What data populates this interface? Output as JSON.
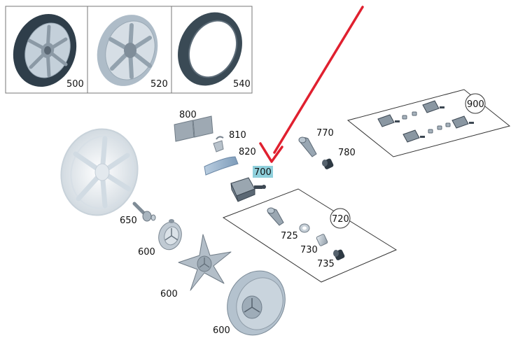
{
  "header_panels": [
    {
      "number": "500"
    },
    {
      "number": "520"
    },
    {
      "number": "540"
    }
  ],
  "callouts": {
    "p800": "800",
    "p810": "810",
    "p820": "820",
    "p700": "700",
    "p770": "770",
    "p780": "780",
    "p900": "900",
    "p720": "720",
    "p725": "725",
    "p730": "730",
    "p735": "735",
    "p650": "650",
    "p600a": "600",
    "p600b": "600",
    "p600c": "600"
  },
  "colors": {
    "highlight": "#8fd0dc",
    "arrow": "#e0202f",
    "tire": "#3a4a55",
    "rim_light": "#dfe6ec",
    "part_dark": "#3c4752",
    "part_mid": "#9aa7b2"
  },
  "icons": {
    "arrow": "pointer-arrow-icon"
  }
}
